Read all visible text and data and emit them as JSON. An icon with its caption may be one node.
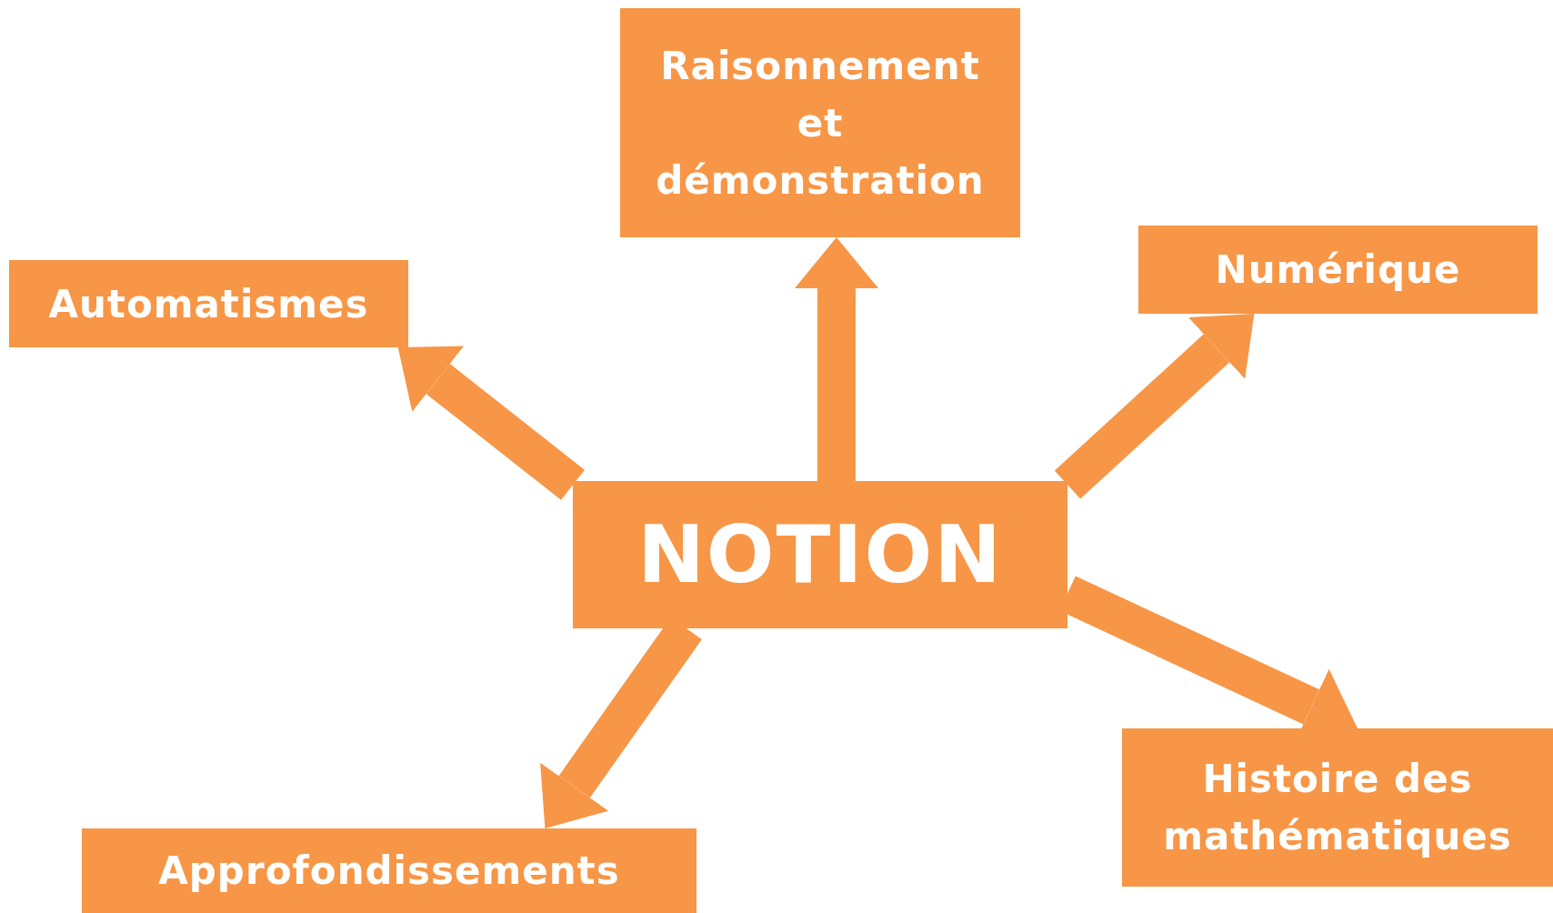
{
  "diagram": {
    "nodes": [
      {
        "text": [
          "NOTION"
        ]
      },
      {
        "text": [
          "Raisonnement et démonstration"
        ]
      },
      {
        "text": [
          "Automatismes"
        ]
      },
      {
        "text": [
          "Numérique"
        ]
      },
      {
        "text": [
          "Histoire des mathématiques"
        ]
      },
      {
        "text": [
          "Approfondissements"
        ]
      }
    ],
    "edges": [
      {
        "from": 0,
        "to": 1,
        "arrow": "to"
      },
      {
        "from": 0,
        "to": 2,
        "arrow": "to"
      },
      {
        "from": 0,
        "to": 3,
        "arrow": "to"
      },
      {
        "from": 0,
        "to": 4,
        "arrow": "to"
      },
      {
        "from": 0,
        "to": 5,
        "arrow": "to"
      }
    ]
  }
}
